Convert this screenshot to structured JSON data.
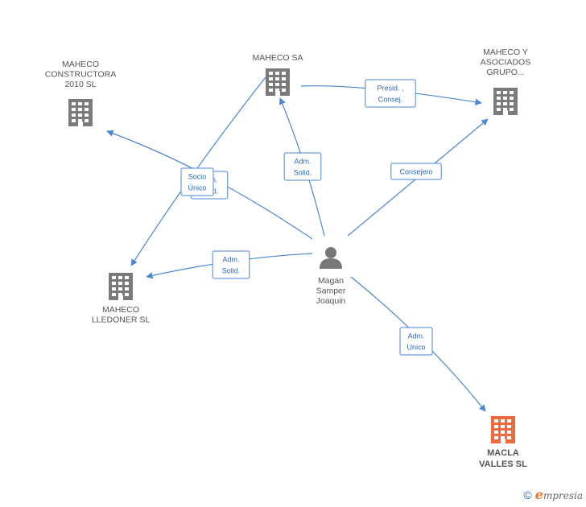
{
  "colors": {
    "edge": "#4a86d4",
    "label_border": "#4a86d4",
    "label_text": "#2a6ab8",
    "company_icon": "#7a7a7a",
    "highlight_icon": "#f06a3a",
    "person_icon": "#777777"
  },
  "nodes": [
    {
      "id": "maheco_sa",
      "type": "company",
      "lines": [
        "MAHECO SA"
      ]
    },
    {
      "id": "maheco_constructora",
      "type": "company",
      "lines": [
        "MAHECO",
        "CONSTRUCTORA",
        "2010 SL"
      ]
    },
    {
      "id": "maheco_asociados",
      "type": "company",
      "lines": [
        "MAHECO Y",
        "ASOCIADOS",
        "GRUPO..."
      ]
    },
    {
      "id": "maheco_lledoner",
      "type": "company",
      "lines": [
        "MAHECO",
        "LLEDONER SL"
      ]
    },
    {
      "id": "magan",
      "type": "person",
      "lines": [
        "Magan",
        "Samper",
        "Joaquin"
      ]
    },
    {
      "id": "macla",
      "type": "company",
      "highlight": true,
      "lines": [
        "MACLA",
        "VALLES SL"
      ]
    }
  ],
  "edges": [
    {
      "id": "e1",
      "from": "maheco_sa",
      "to": "maheco_asociados",
      "label": [
        "Presid. ,",
        "Consej."
      ]
    },
    {
      "id": "e2",
      "from": "magan",
      "to": "maheco_sa",
      "label": [
        "Adm.",
        "Solid."
      ]
    },
    {
      "id": "e3",
      "from": "magan",
      "to": "maheco_asociados",
      "label": [
        "Consejero"
      ]
    },
    {
      "id": "e4",
      "from": "magan",
      "to": "maheco_constructora",
      "label": [
        "Adm.",
        "Solid."
      ]
    },
    {
      "id": "e5",
      "from": "maheco_sa",
      "to": "maheco_lledoner",
      "label": [
        "Socio",
        "Único"
      ]
    },
    {
      "id": "e6",
      "from": "magan",
      "to": "maheco_lledoner",
      "label": [
        "Adm.",
        "Solid."
      ]
    },
    {
      "id": "e7",
      "from": "magan",
      "to": "macla",
      "label": [
        "Adm.",
        "Unico"
      ]
    }
  ],
  "footer": {
    "copyright": "©",
    "brand_initial": "e",
    "brand_rest": "mpresia"
  }
}
